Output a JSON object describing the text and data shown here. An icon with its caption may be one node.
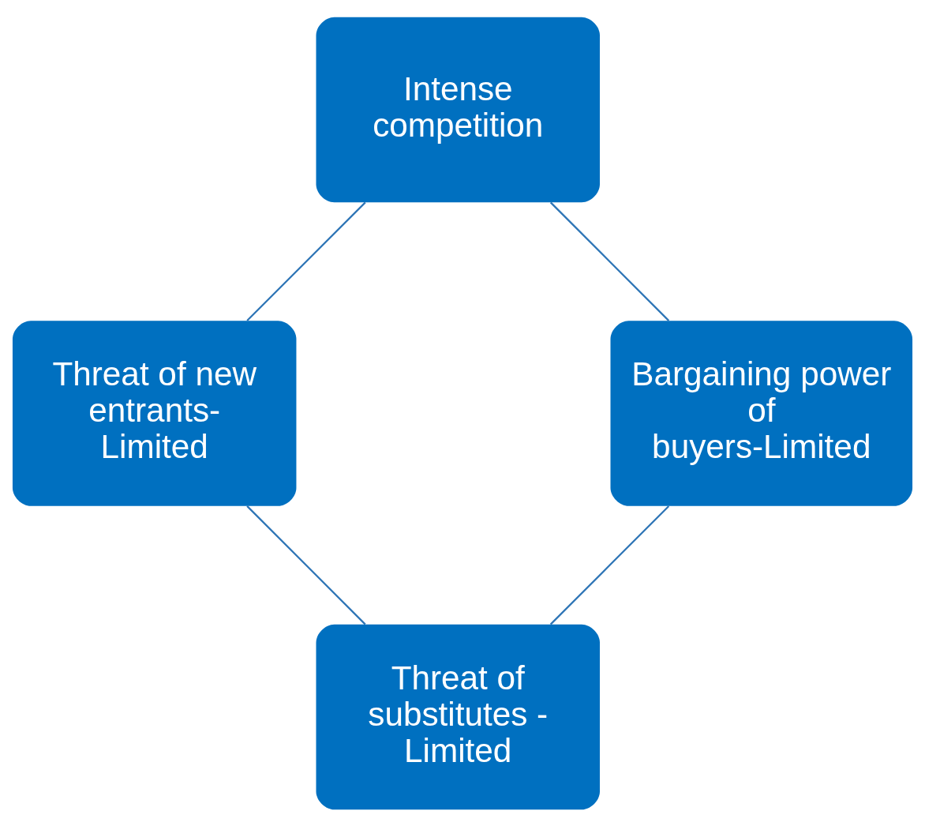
{
  "diagram": {
    "nodes": [
      {
        "text": [
          "Threat of substitutes - Limited"
        ]
      },
      {
        "text": [
          "Bargaining power of buyers-Limited"
        ]
      },
      {
        "text": [
          "Threat of new entrants- Limited"
        ]
      },
      {
        "text": [
          "Intense competition"
        ]
      }
    ],
    "edges": [
      {
        "from": 0,
        "to": 2,
        "arrow": "none"
      },
      {
        "from": 2,
        "to": 3,
        "arrow": "none"
      },
      {
        "from": 3,
        "to": 1,
        "arrow": "none"
      },
      {
        "from": 1,
        "to": 0,
        "arrow": "none"
      }
    ]
  }
}
